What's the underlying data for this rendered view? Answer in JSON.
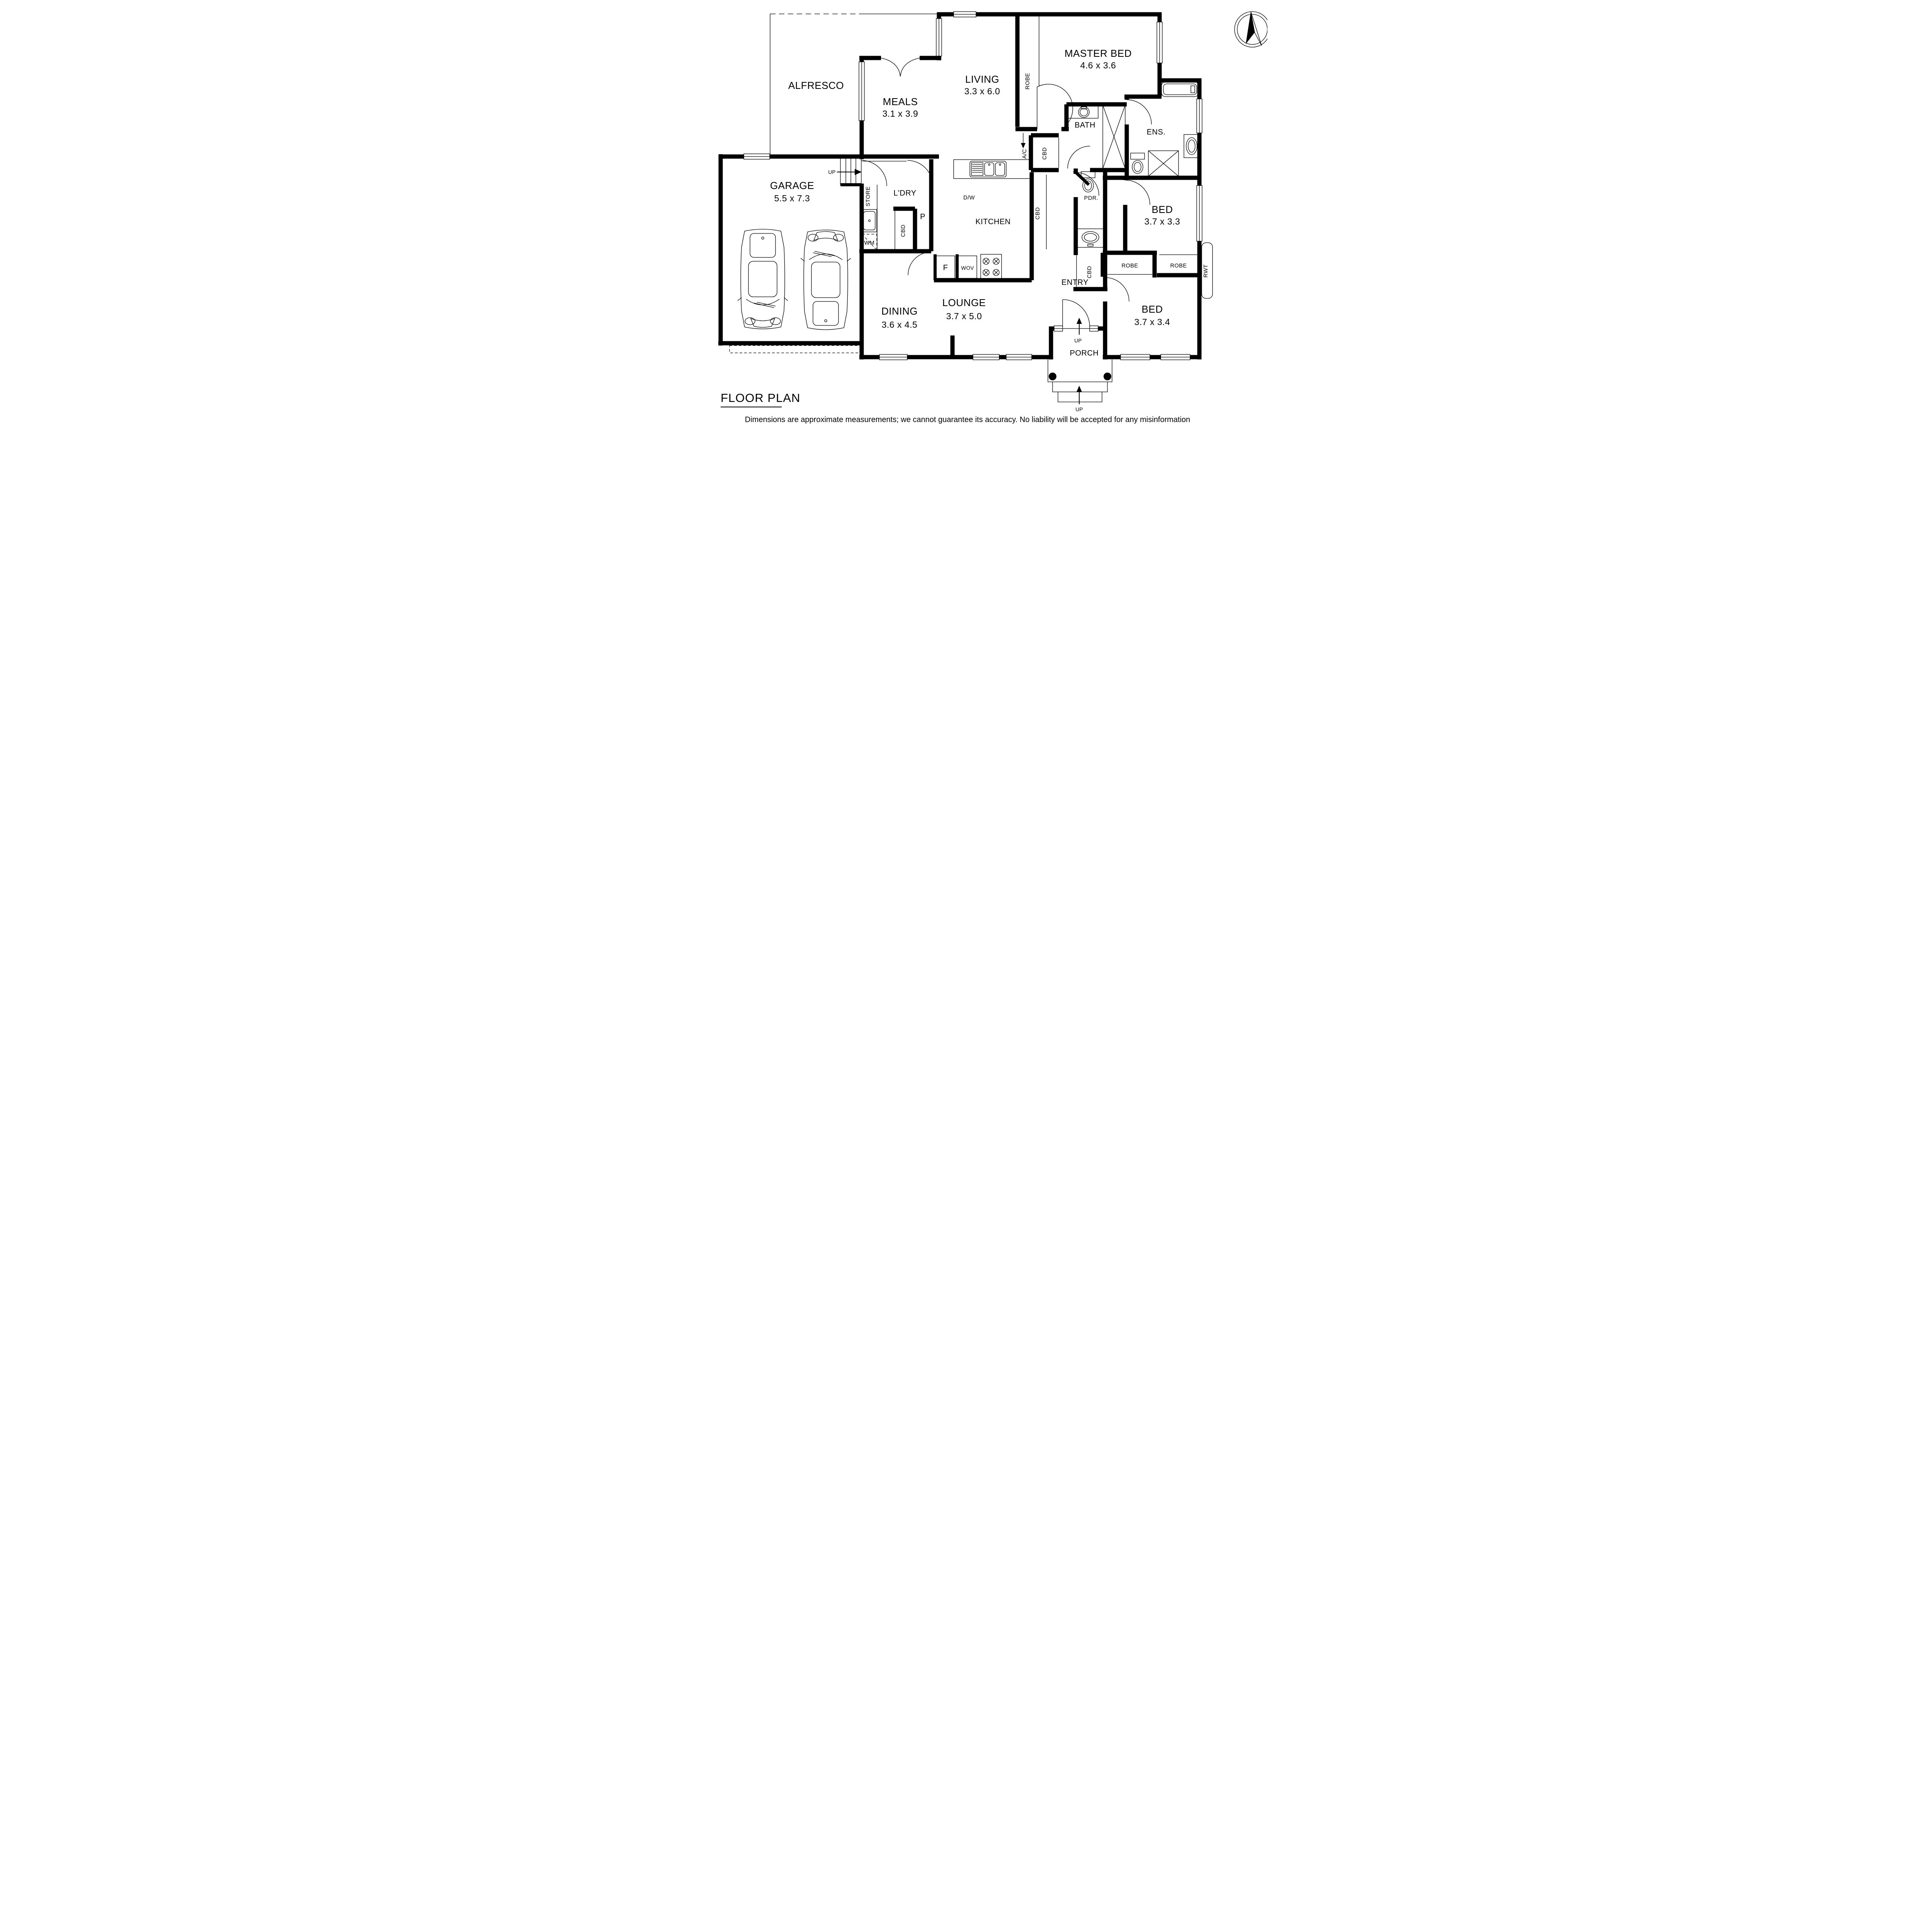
{
  "page": {
    "title": "FLOOR PLAN",
    "disclaimer": "Dimensions are approximate measurements; we cannot guarantee its accuracy. No liability will be accepted for any misinformation"
  },
  "rooms": {
    "alfresco": {
      "label": "ALFRESCO"
    },
    "meals": {
      "label": "MEALS",
      "dims": "3.1 x 3.9"
    },
    "living": {
      "label": "LIVING",
      "dims": "3.3 x 6.0"
    },
    "master_bed": {
      "label": "MASTER BED",
      "dims": "4.6 x 3.6"
    },
    "bath": {
      "label": "BATH"
    },
    "ens": {
      "label": "ENS."
    },
    "pdr": {
      "label": "PDR."
    },
    "kitchen": {
      "label": "KITCHEN"
    },
    "garage": {
      "label": "GARAGE",
      "dims": "5.5 x 7.3"
    },
    "ldry": {
      "label": "L'DRY"
    },
    "store": {
      "label": "STORE"
    },
    "dining": {
      "label": "DINING",
      "dims": "3.6 x 4.5"
    },
    "lounge": {
      "label": "LOUNGE",
      "dims": "3.7 x 5.0"
    },
    "entry": {
      "label": "ENTRY"
    },
    "bed1": {
      "label": "BED",
      "dims": "3.7 x 3.3"
    },
    "bed2": {
      "label": "BED",
      "dims": "3.7 x 3.4"
    },
    "porch": {
      "label": "PORCH"
    }
  },
  "fixtures": {
    "robe_master": "ROBE",
    "robe_bed2": "ROBE",
    "robe_bed1": "ROBE",
    "rwt": "RWT",
    "wm": "WM",
    "pantry": "P",
    "ac": "A/C",
    "cbd_ac": "CBD",
    "cbd_kitchen": "CBD",
    "cbd_ldry": "CBD",
    "cbd_pdr": "CBD",
    "dishwasher": "D/W",
    "fridge": "F",
    "wall_oven": "WOV",
    "up_stairs": "UP",
    "up_porch": "UP",
    "up_steps": "UP"
  }
}
